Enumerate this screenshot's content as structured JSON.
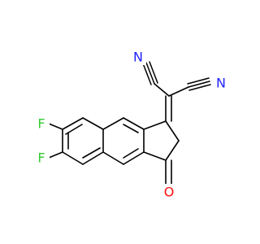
{
  "molecule": {
    "atoms": {
      "n_left": "N",
      "n_right": "N",
      "f_top": "F",
      "f_bottom": "F",
      "o": "O"
    },
    "colors": {
      "bond": "#000000",
      "nitrogen": "#2020ff",
      "fluorine": "#33cc33",
      "oxygen": "#ff0d0d",
      "background": "#ffffff"
    }
  }
}
